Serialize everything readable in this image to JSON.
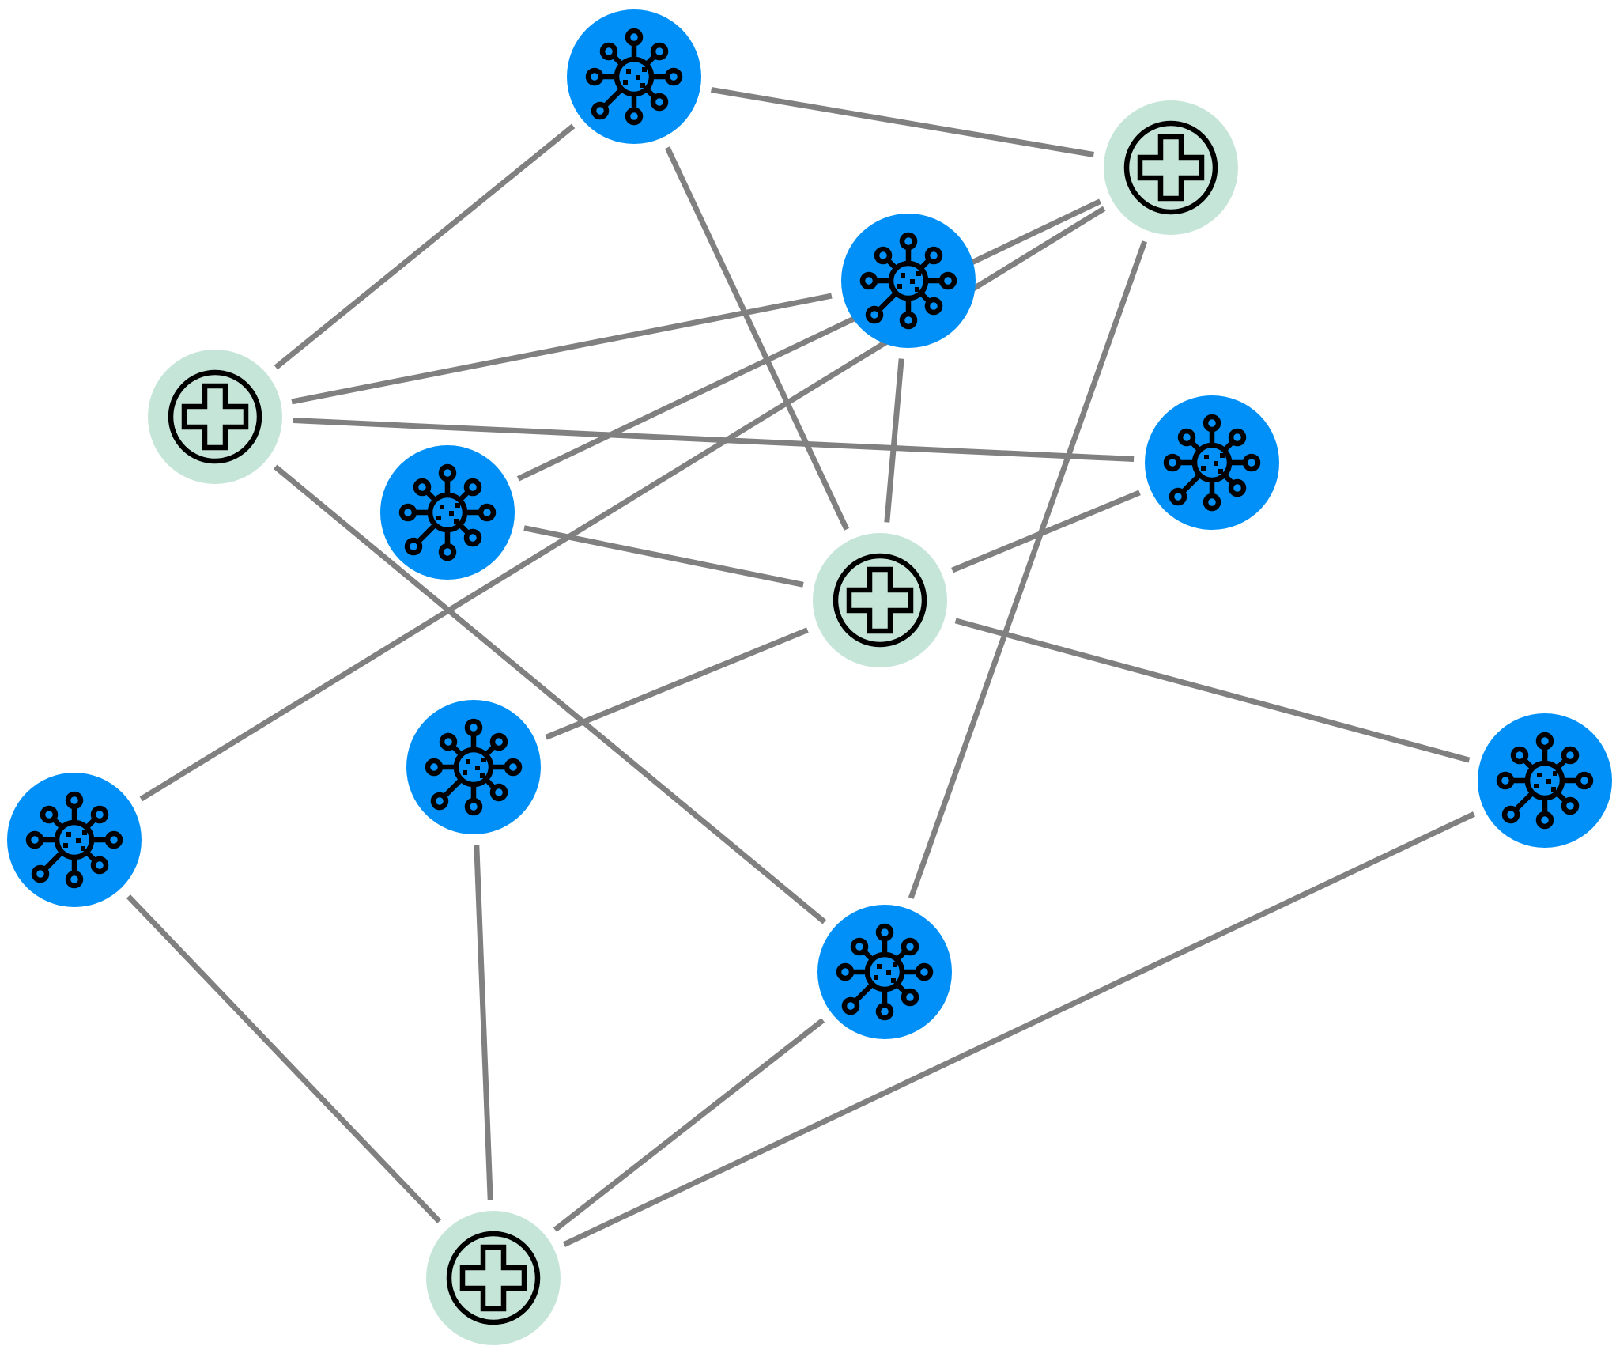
{
  "colors": {
    "background": "#ffffff",
    "edge": "#808080",
    "virus_fill": "#0090f7",
    "hospital_fill": "#c6e5d9",
    "hospital_inner": "#c6e5d9",
    "icon_stroke": "#000000"
  },
  "node_kinds": {
    "virus": {
      "icon": "virus-icon"
    },
    "hospital": {
      "icon": "medical-cross-icon"
    }
  },
  "nodes": [
    {
      "id": "virus-1",
      "kind": "virus"
    },
    {
      "id": "hospital-1",
      "kind": "hospital"
    },
    {
      "id": "virus-2",
      "kind": "virus"
    },
    {
      "id": "hospital-2",
      "kind": "hospital"
    },
    {
      "id": "virus-3",
      "kind": "virus"
    },
    {
      "id": "virus-4",
      "kind": "virus"
    },
    {
      "id": "hospital-3",
      "kind": "hospital"
    },
    {
      "id": "virus-5",
      "kind": "virus"
    },
    {
      "id": "virus-6",
      "kind": "virus"
    },
    {
      "id": "virus-7",
      "kind": "virus"
    },
    {
      "id": "virus-8",
      "kind": "virus"
    },
    {
      "id": "hospital-4",
      "kind": "hospital"
    }
  ],
  "edges": [
    [
      "virus-1",
      "hospital-1"
    ],
    [
      "virus-1",
      "hospital-2"
    ],
    [
      "virus-1",
      "hospital-3"
    ],
    [
      "hospital-1",
      "virus-3"
    ],
    [
      "hospital-1",
      "virus-4"
    ],
    [
      "hospital-1",
      "virus-8"
    ],
    [
      "virus-2",
      "hospital-2"
    ],
    [
      "virus-2",
      "hospital-3"
    ],
    [
      "virus-3",
      "hospital-3"
    ],
    [
      "hospital-3",
      "virus-5"
    ],
    [
      "hospital-3",
      "virus-6"
    ],
    [
      "hospital-3",
      "virus-7"
    ],
    [
      "virus-5",
      "hospital-2"
    ],
    [
      "hospital-2",
      "virus-8"
    ],
    [
      "virus-4",
      "hospital-4"
    ],
    [
      "virus-6",
      "hospital-4"
    ],
    [
      "virus-7",
      "hospital-4"
    ],
    [
      "virus-8",
      "hospital-4"
    ]
  ]
}
